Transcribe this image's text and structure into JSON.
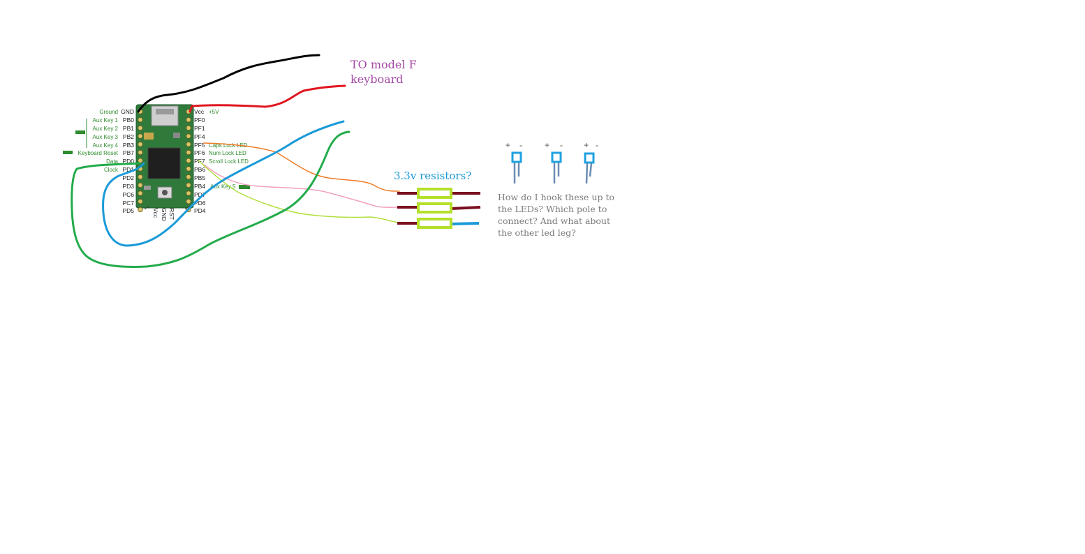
{
  "annotations": {
    "keyboard_note_line1": "TO model F",
    "keyboard_note_line2": "keyboard",
    "resistor_note": "3.3v resistors?",
    "question_line1": "How do I hook these up to",
    "question_line2": "the LEDs? Which pole to",
    "question_line3": "connect? And what about",
    "question_line4": "the other led leg?"
  },
  "led_polarity": {
    "plus": "+",
    "minus": "-"
  },
  "board": {
    "left_pins": [
      "GND",
      "PB0",
      "PB1",
      "PB2",
      "PB3",
      "PB7",
      "PD0",
      "PD1",
      "PD2",
      "PD3",
      "PC6",
      "PC7",
      "PD5"
    ],
    "left_functions": [
      "Ground",
      "Aux Key 1",
      "Aux Key 2",
      "Aux Key 3",
      "Aux Key 4",
      "Keyboard Reset",
      "Data",
      "Clock"
    ],
    "right_pins": [
      "Vcc",
      "PF0",
      "PF1",
      "PF4",
      "PF5",
      "PF6",
      "PF7",
      "PB6",
      "PB5",
      "PB4",
      "PD7",
      "PD6",
      "PD4"
    ],
    "right_functions": [
      "+5V",
      "Caps Lock LED",
      "Num Lock LED",
      "Scroll Lock LED",
      "Aux Key 5"
    ],
    "bottom_pins": [
      "Vcc",
      "GND",
      "RST"
    ]
  },
  "colors": {
    "wire_black": "#000000",
    "wire_red": "#e0151f",
    "wire_orange": "#ee7b26",
    "wire_pink": "#f2a1c0",
    "wire_lime": "#b2e03c",
    "wire_blue": "#1a9ad8",
    "wire_green": "#22ab4a",
    "resistor_body": "#b4e02c",
    "resistor_leg": "#7a0f1e",
    "led_body": "#1fa2e0",
    "keyboard_note": "#a34aa6",
    "resistor_note": "#1c9ad6",
    "question_text": "#7a7a7a",
    "board_pcb": "#2f7a3b"
  }
}
